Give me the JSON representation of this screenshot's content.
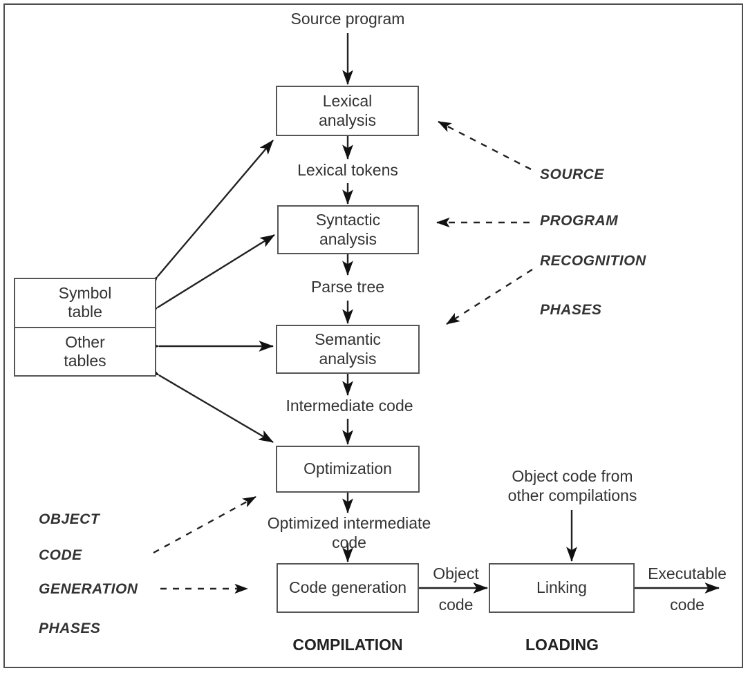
{
  "diagram": {
    "title": "Phases of compilation and loading",
    "frame_color": "#4d4d4d",
    "box_border_color": "#555555",
    "text_color": "#333333",
    "background": "#ffffff"
  },
  "boxes": {
    "lexical": {
      "line1": "Lexical",
      "line2": "analysis"
    },
    "syntactic": {
      "line1": "Syntactic",
      "line2": "analysis"
    },
    "semantic": {
      "line1": "Semantic",
      "line2": "analysis"
    },
    "optimization": {
      "line1": "Optimization",
      "line2": ""
    },
    "code_generation": {
      "line1": "Code generation",
      "line2": ""
    },
    "linking": {
      "line1": "Linking",
      "line2": ""
    }
  },
  "table": {
    "symbol_table": {
      "line1": "Symbol",
      "line2": "table"
    },
    "other_tables": {
      "line1": "Other",
      "line2": "tables"
    }
  },
  "flow_labels": {
    "source_program": "Source program",
    "lexical_tokens": "Lexical tokens",
    "parse_tree": "Parse tree",
    "intermediate_code": "Intermediate code",
    "optimized_intermediate_code_l1": "Optimized intermediate",
    "optimized_intermediate_code_l2": "code",
    "object_code_l1": "Object",
    "object_code_l2": "code",
    "executable_code_l1": "Executable",
    "executable_code_l2": "code",
    "object_code_from_l1": "Object code from",
    "object_code_from_l2": "other compilations"
  },
  "phase_groups": {
    "right": [
      "SOURCE",
      "PROGRAM",
      "RECOGNITION",
      "PHASES"
    ],
    "left": [
      "OBJECT",
      "CODE",
      "GENERATION",
      "PHASES"
    ]
  },
  "sections": {
    "compilation": "COMPILATION",
    "loading": "LOADING"
  }
}
